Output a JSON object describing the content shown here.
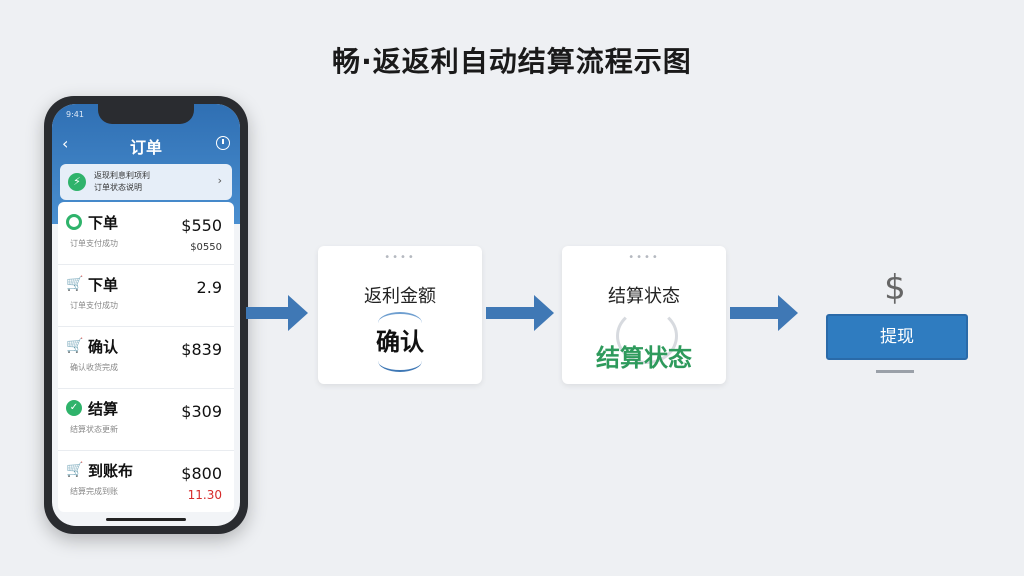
{
  "title": "畅·返返利自动结算流程示图",
  "phone": {
    "status_time": "9:41",
    "nav_title": "订单",
    "nav_back_glyph": "‹",
    "promo": {
      "line1": "返现利息利项利",
      "line2": "订单状态说明",
      "chevron": "›"
    },
    "orders": [
      {
        "icon": "status-ring-icon",
        "title": "下单",
        "subtitle": "订单支付成功",
        "amount": "$550",
        "sub_amount": "$0550",
        "sub_red": false
      },
      {
        "icon": "cart-icon",
        "title": "下单",
        "subtitle": "订单支付成功",
        "amount": "2.9",
        "sub_amount": "",
        "sub_red": false
      },
      {
        "icon": "cart-icon",
        "title": "确认",
        "subtitle": "确认收货完成",
        "amount": "$839",
        "sub_amount": "",
        "sub_red": false
      },
      {
        "icon": "check-circle-icon",
        "title": "结算",
        "subtitle": "结算状态更新",
        "amount": "$309",
        "sub_amount": "",
        "sub_red": false
      },
      {
        "icon": "cart-icon",
        "title": "到账布",
        "subtitle": "结算完成到账",
        "amount": "$800",
        "sub_amount": "11.30",
        "sub_red": true
      }
    ]
  },
  "flow": {
    "card1": {
      "title": "返利金额",
      "main": "确认"
    },
    "card2": {
      "title": "结算状态",
      "main": "结算状态"
    },
    "final": {
      "icon_glyph": "$",
      "button_label": "提现"
    }
  },
  "colors": {
    "accent_blue": "#3f78b5",
    "accent_green": "#2e9a5c",
    "alert_red": "#d62b2b"
  }
}
